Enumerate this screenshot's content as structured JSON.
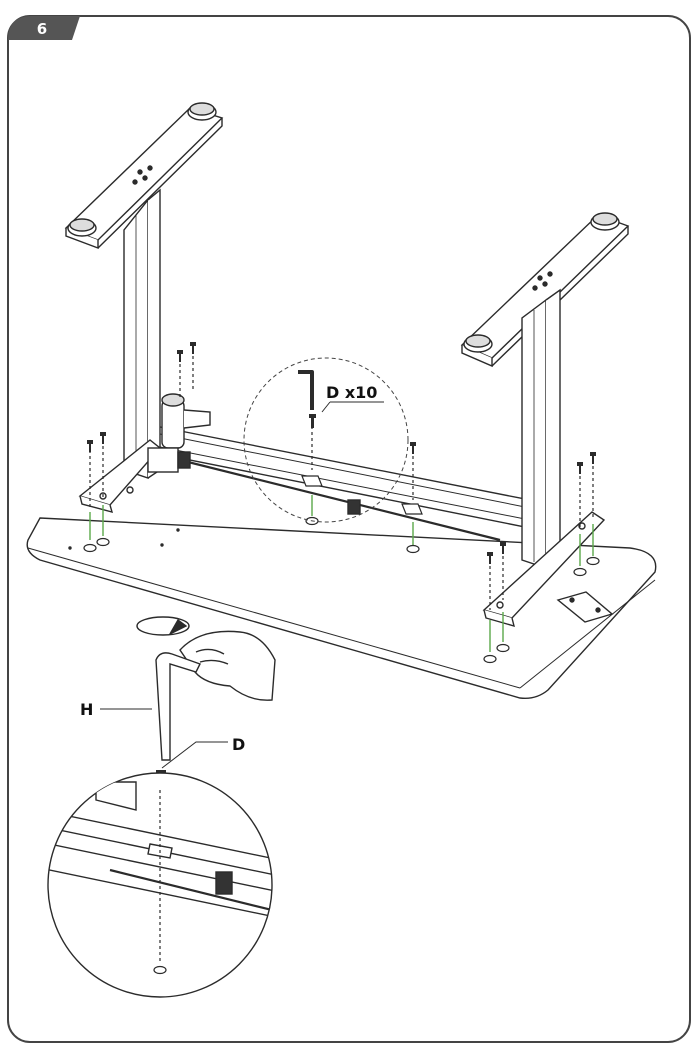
{
  "step": {
    "number": "6"
  },
  "callouts": {
    "hardware_quantity": "D x10",
    "tool_label": "H",
    "screw_label": "D"
  },
  "icons": {
    "allen_key": "allen-key-icon",
    "rotate": "rotate-arrow-icon",
    "hand": "hand-icon",
    "screw": "screw-icon"
  },
  "colors": {
    "line": "#2b2b2b",
    "badge": "#555555",
    "guide_green": "#5aa94a",
    "frame_border": "#444444"
  }
}
